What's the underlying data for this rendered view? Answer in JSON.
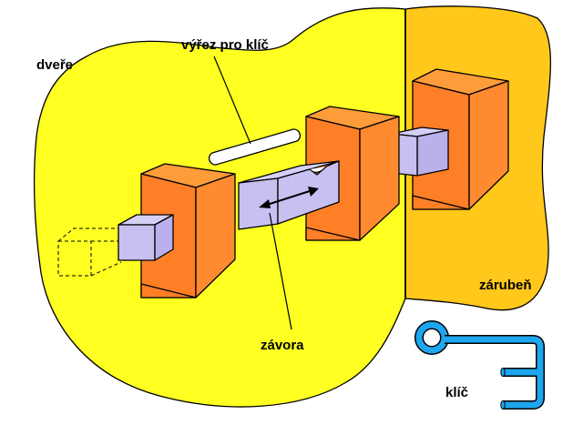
{
  "labels": {
    "door": "dveře",
    "key_slot": "výřez pro klíč",
    "frame": "zárubeň",
    "bolt": "závora",
    "key": "klíč"
  },
  "colors": {
    "door_fill": "#ffff22",
    "frame_fill": "#ffc81a",
    "block_front": "#ff7f27",
    "block_side": "#ff9c3a",
    "bolt_fill": "#c8c0f0",
    "key_fill": "#1ea6ee",
    "outline": "#000000"
  }
}
